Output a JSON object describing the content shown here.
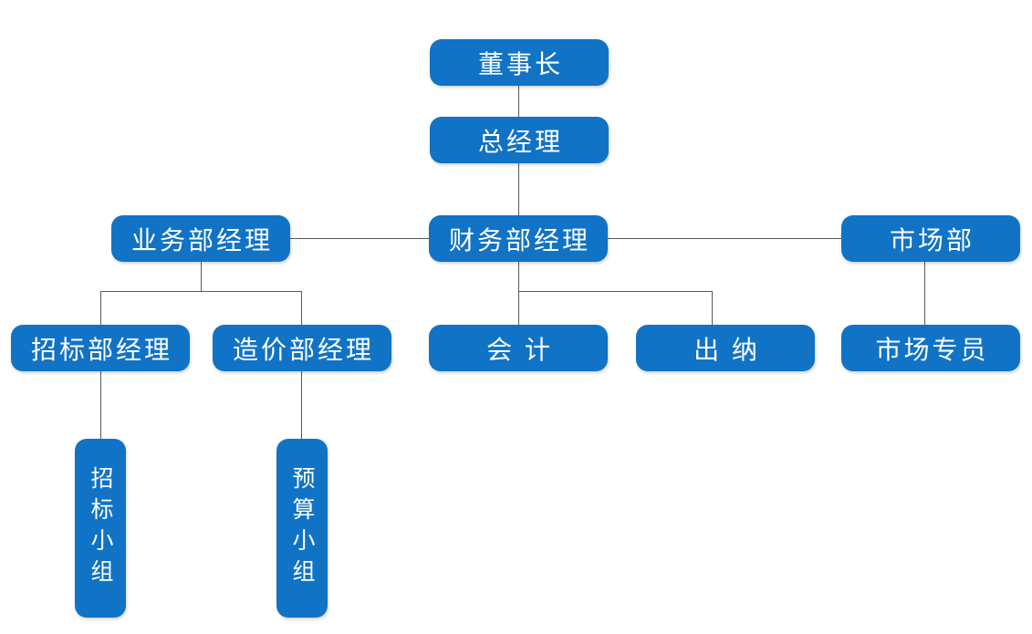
{
  "nodes": {
    "chairman": "董事长",
    "general_manager": "总经理",
    "business_dept_manager": "业务部经理",
    "finance_dept_manager": "财务部经理",
    "marketing_dept": "市场部",
    "bidding_dept_manager": "招标部经理",
    "cost_dept_manager": "造价部经理",
    "accountant": "会  计",
    "cashier": "出  纳",
    "marketing_specialist": "市场专员",
    "bidding_team": "招标小组",
    "budget_team": "预算小组"
  },
  "edges": [
    {
      "from": "chairman",
      "to": "general_manager",
      "type": "vertical"
    },
    {
      "from": "general_manager",
      "to": "finance_dept_manager",
      "type": "vertical"
    },
    {
      "from": "business_dept_manager",
      "to": "finance_dept_manager",
      "type": "lateral"
    },
    {
      "from": "finance_dept_manager",
      "to": "marketing_dept",
      "type": "lateral"
    },
    {
      "from": "business_dept_manager",
      "to": "bidding_dept_manager",
      "type": "vertical"
    },
    {
      "from": "business_dept_manager",
      "to": "cost_dept_manager",
      "type": "vertical"
    },
    {
      "from": "finance_dept_manager",
      "to": "accountant",
      "type": "vertical"
    },
    {
      "from": "finance_dept_manager",
      "to": "cashier",
      "type": "vertical"
    },
    {
      "from": "marketing_dept",
      "to": "marketing_specialist",
      "type": "vertical"
    },
    {
      "from": "bidding_dept_manager",
      "to": "bidding_team",
      "type": "vertical"
    },
    {
      "from": "cost_dept_manager",
      "to": "budget_team",
      "type": "vertical"
    }
  ],
  "colors": {
    "node_fill": "#1173C5",
    "node_text": "#FFFFFF",
    "connector": "#595959",
    "background": "#FFFFFF"
  }
}
